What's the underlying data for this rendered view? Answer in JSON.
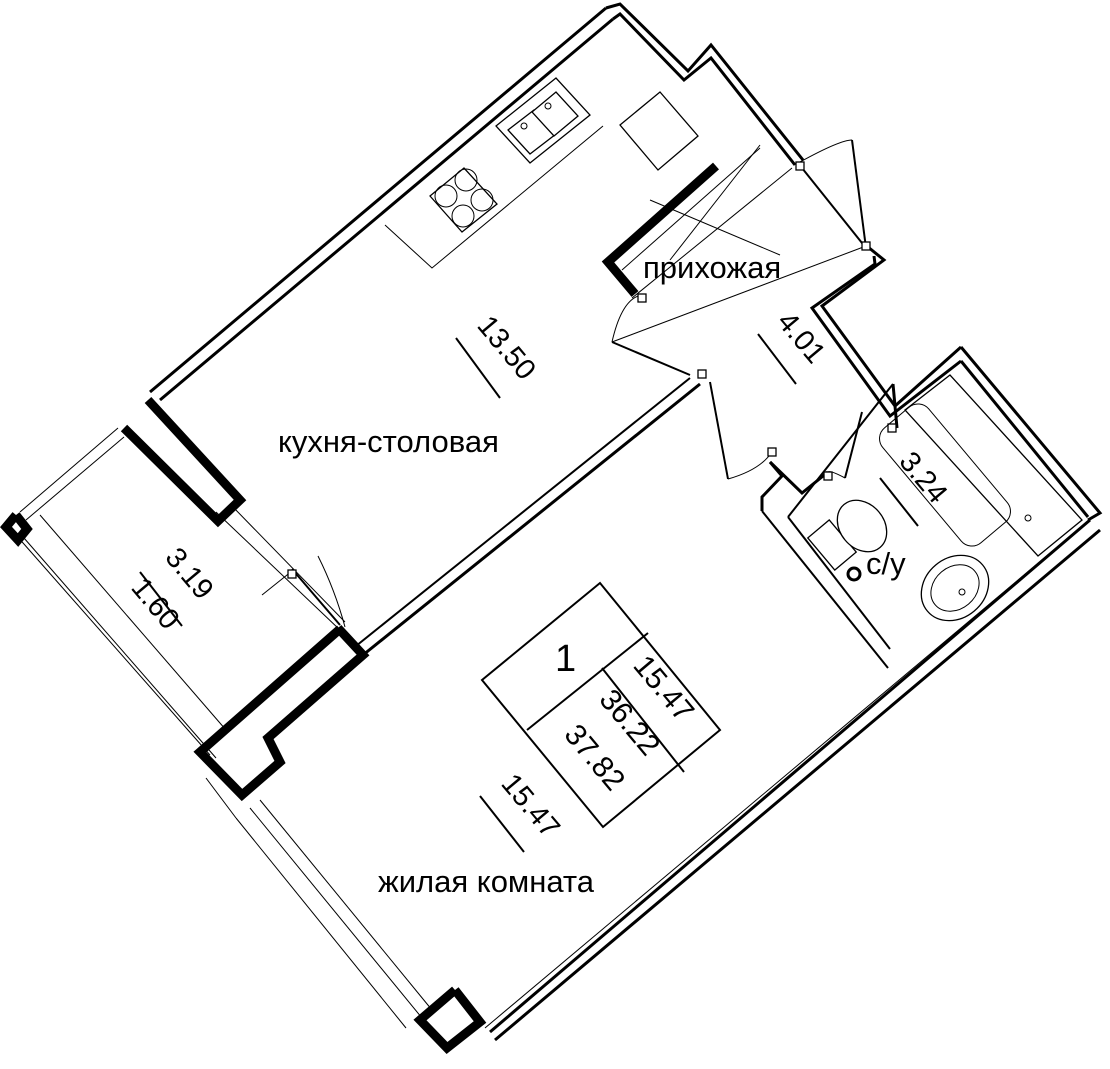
{
  "plan": {
    "summary": {
      "rooms": "1",
      "living_area": "15.47",
      "total_area": "36.22",
      "total_area_with_balcony": "37.82"
    },
    "rooms": {
      "kitchen": {
        "name": "кухня-столовая",
        "area": "13.50"
      },
      "hallway": {
        "name": "прихожая",
        "area": "4.01"
      },
      "bathroom": {
        "name": "с/у",
        "area": "3.24"
      },
      "living": {
        "name": "жилая комната",
        "area": "15.47"
      },
      "balcony": {
        "area": "3.19",
        "reduced_area": "1.60"
      }
    }
  }
}
